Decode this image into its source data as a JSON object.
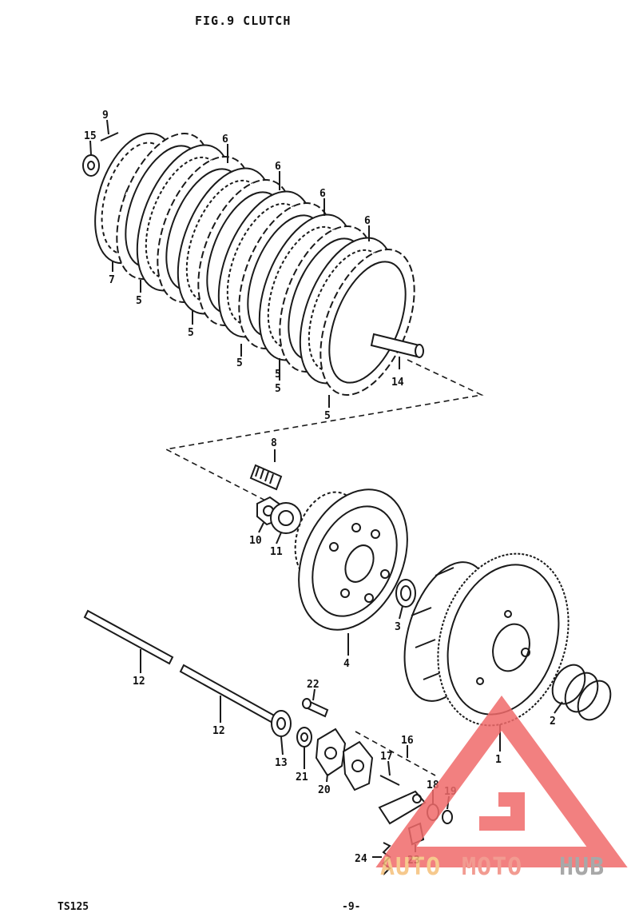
{
  "figure": {
    "title": "FIG.9  CLUTCH",
    "model": "TS125",
    "page": "-9-"
  },
  "callouts": {
    "c1": "1",
    "c2": "2",
    "c3": "3",
    "c4": "4",
    "c5a": "5",
    "c5b": "5",
    "c5c": "5",
    "c5d": "5",
    "c5e": "5",
    "c5f": "5",
    "c6a": "6",
    "c6b": "6",
    "c6c": "6",
    "c6d": "6",
    "c7": "7",
    "c8": "8",
    "c9": "9",
    "c10": "10",
    "c11": "11",
    "c12a": "12",
    "c12b": "12",
    "c13": "13",
    "c14": "14",
    "c15": "15",
    "c16": "16",
    "c17": "17",
    "c18": "18",
    "c19": "19",
    "c20": "20",
    "c21": "21",
    "c22": "22",
    "c23": "23",
    "c24": "24"
  },
  "watermark": {
    "part1": "AUTO",
    "part2": "MOTO",
    "part3": "HUB",
    "colors": {
      "auto": "#f5c07a",
      "moto": "#f08a7e",
      "hub": "#9a9a9a",
      "logo": "#f06a6a"
    }
  }
}
